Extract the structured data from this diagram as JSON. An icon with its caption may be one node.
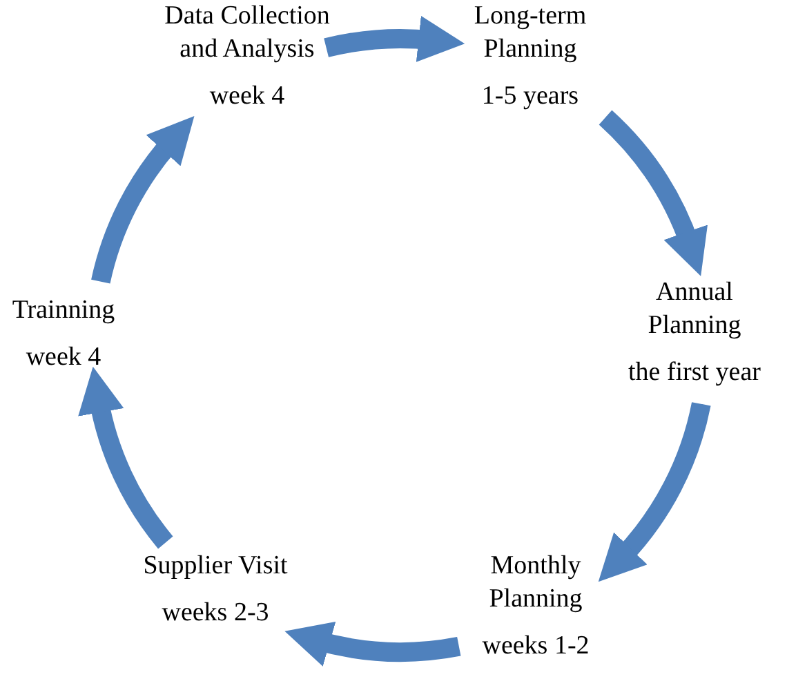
{
  "diagram": {
    "nodes": [
      {
        "text": [
          "Data Collection and Analysis",
          "week 4"
        ]
      },
      {
        "text": [
          "Long-term Planning",
          "1-5 years"
        ]
      },
      {
        "text": [
          "Annual Planning",
          "the first year"
        ]
      },
      {
        "text": [
          "Monthly Planning",
          "weeks 1-2"
        ]
      },
      {
        "text": [
          "Supplier Visit",
          "weeks 2-3"
        ]
      },
      {
        "text": [
          "Trainning",
          "week 4"
        ]
      }
    ],
    "edges": [
      {
        "from": 0,
        "to": 1,
        "arrow": "to"
      },
      {
        "from": 1,
        "to": 2,
        "arrow": "to"
      },
      {
        "from": 2,
        "to": 3,
        "arrow": "to"
      },
      {
        "from": 3,
        "to": 4,
        "arrow": "to"
      },
      {
        "from": 4,
        "to": 5,
        "arrow": "to"
      },
      {
        "from": 5,
        "to": 0,
        "arrow": "to"
      }
    ]
  }
}
